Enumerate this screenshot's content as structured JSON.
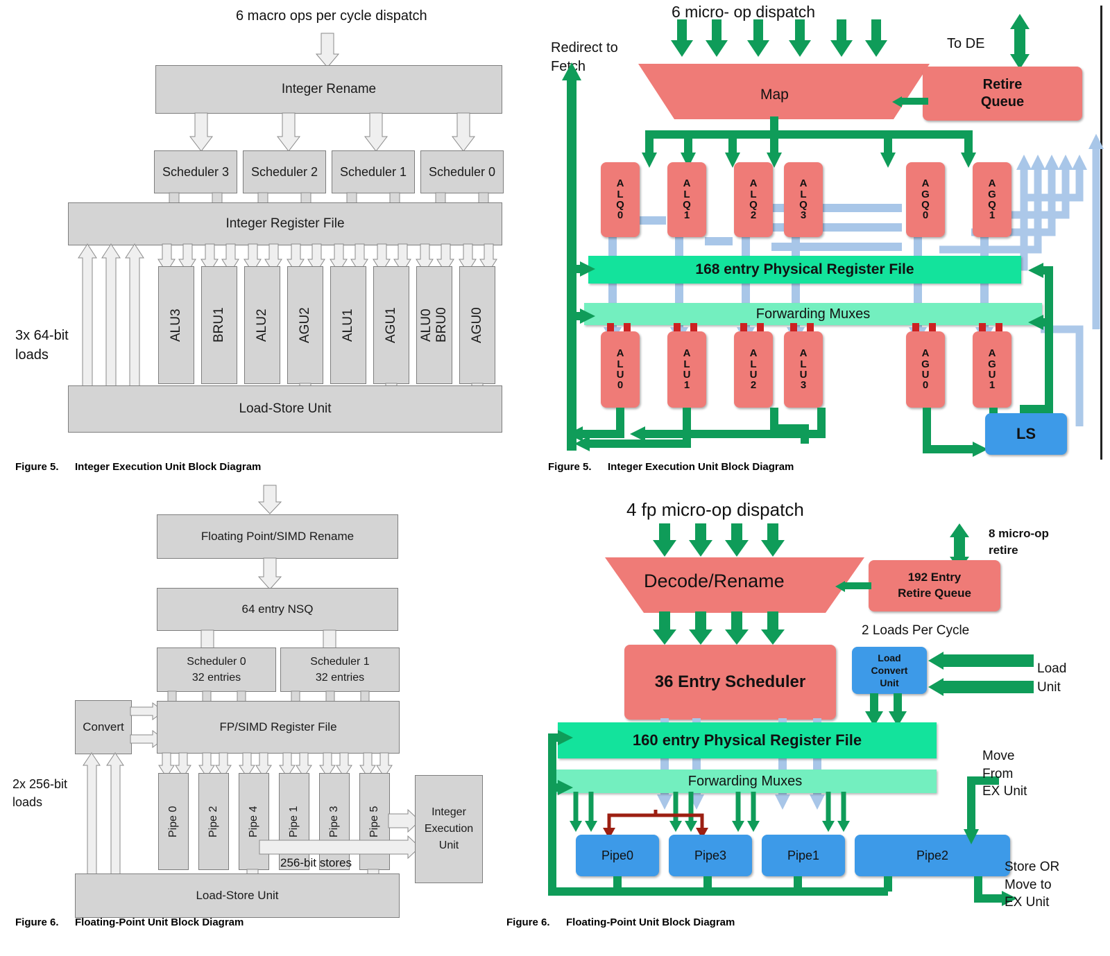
{
  "figures": {
    "fig5_left": {
      "caption_num": "Figure 5.",
      "caption_text": "Integer Execution Unit Block Diagram",
      "top_label": "6 macro ops per cycle dispatch",
      "rename": "Integer Rename",
      "schedulers": [
        "Scheduler 3",
        "Scheduler 2",
        "Scheduler 1",
        "Scheduler 0"
      ],
      "register_file": "Integer Register File",
      "side_label": "3x 64-bit\nloads",
      "units": [
        "ALU3",
        "BRU1",
        "ALU2",
        "AGU2",
        "ALU1",
        "AGU1",
        "ALU0\nBRU0",
        "AGU0"
      ],
      "lsu": "Load-Store Unit"
    },
    "fig5_right": {
      "caption_num": "Figure 5.",
      "caption_text": "Integer Execution Unit Block Diagram",
      "dispatch_label": "6 micro- op dispatch",
      "redirect_label": "Redirect to\nFetch",
      "to_de_label": "To DE",
      "map": "Map",
      "retire_queue": "Retire\nQueue",
      "queues": [
        "ALQ0",
        "ALQ1",
        "ALQ2",
        "ALQ3",
        "AGQ0",
        "AGQ1"
      ],
      "prf": "168 entry Physical Register File",
      "fwd": "Forwarding Muxes",
      "exec": [
        "ALU0",
        "ALU1",
        "ALU2",
        "ALU3",
        "AGU0",
        "AGU1"
      ],
      "ls": "LS"
    },
    "fig6_left": {
      "caption_num": "Figure 6.",
      "caption_text": "Floating-Point Unit Block Diagram",
      "rename": "Floating Point/SIMD Rename",
      "nsq": "64 entry NSQ",
      "schedulers": [
        "Scheduler 0\n32 entries",
        "Scheduler 1\n32 entries"
      ],
      "convert": "Convert",
      "register_file": "FP/SIMD Register File",
      "side_label": "2x 256-bit\nloads",
      "pipes": [
        "Pipe 0",
        "Pipe 2",
        "Pipe 4",
        "Pipe 1",
        "Pipe 3",
        "Pipe 5"
      ],
      "stores_label": "256-bit stores",
      "int_exec": "Integer\nExecution\nUnit",
      "lsu": "Load-Store Unit"
    },
    "fig6_right": {
      "caption_num": "Figure 6.",
      "caption_text": "Floating-Point Unit Block Diagram",
      "dispatch_label": "4 fp micro-op dispatch",
      "decode_rename": "Decode/Rename",
      "retire_queue": "192 Entry\nRetire Queue",
      "retire_label": "8 micro-op\nretire",
      "scheduler": "36 Entry Scheduler",
      "loads_per_cycle": "2 Loads Per Cycle",
      "load_convert": "Load\nConvert\nUnit",
      "load_unit": "Load\nUnit",
      "prf": "160 entry Physical Register File",
      "fwd": "Forwarding Muxes",
      "pipes": [
        "Pipe0",
        "Pipe3",
        "Pipe1",
        "Pipe2"
      ],
      "move_from": "Move\nFrom\nEX Unit",
      "store_or": "Store OR\nMove to\nEX Unit"
    }
  },
  "colors": {
    "grey_block": "#d4d4d4",
    "red_block": "#ef7b77",
    "blue_block": "#3d9ae8",
    "green_bar": "#13e39c",
    "green_bar_light": "#73efbf",
    "green_arrow": "#0f9c59",
    "blue_arrow": "#a8c6e8",
    "dark_red_arrow": "#9c1f12"
  }
}
